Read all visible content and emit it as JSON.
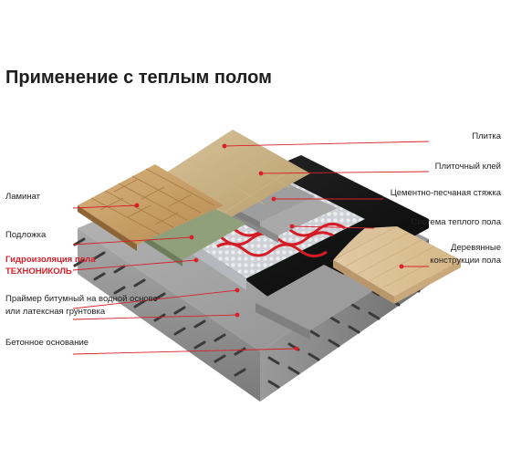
{
  "title": "Применение с теплым полом",
  "colors": {
    "accent": "#d8202a",
    "text": "#222222"
  },
  "labels_right": [
    {
      "key": "tile",
      "text": "Плитка"
    },
    {
      "key": "tile_glue",
      "text": "Плиточный клей"
    },
    {
      "key": "screed",
      "text": "Цементно-песчаная стяжка"
    },
    {
      "key": "heating",
      "text": "Система теплого пола"
    },
    {
      "key": "wood_1",
      "text": "Деревянные"
    },
    {
      "key": "wood_2",
      "text": "конструкции пола"
    }
  ],
  "labels_left": [
    {
      "key": "laminate",
      "text": "Ламинат"
    },
    {
      "key": "underlay",
      "text": "Подложка"
    },
    {
      "key": "waterproof_1",
      "text": "Гидроизоляция пола",
      "highlight": true
    },
    {
      "key": "waterproof_2",
      "text": "ТЕХНОНИКОЛЬ",
      "highlight": true
    },
    {
      "key": "primer_1",
      "text": "Праймер битумный на водной основе"
    },
    {
      "key": "primer_2",
      "text": "или латексная грунтовка"
    },
    {
      "key": "concrete",
      "text": "Бетонное основание"
    }
  ]
}
